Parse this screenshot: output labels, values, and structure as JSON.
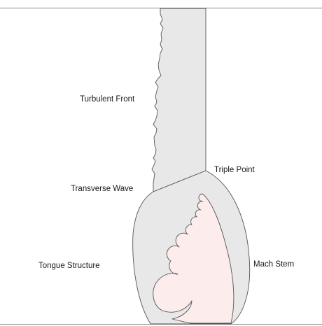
{
  "labels": {
    "turbulent_front": "Turbulent Front",
    "triple_point": "Triple Point",
    "transverse_wave": "Transverse Wave",
    "tongue_structure": "Tongue Structure",
    "mach_stem": "Mach Stem"
  },
  "colors": {
    "duct_fill": "#e8e8e8",
    "tongue_fill": "#fcecec",
    "stroke": "#555555",
    "wall": "#8a8a8a"
  }
}
